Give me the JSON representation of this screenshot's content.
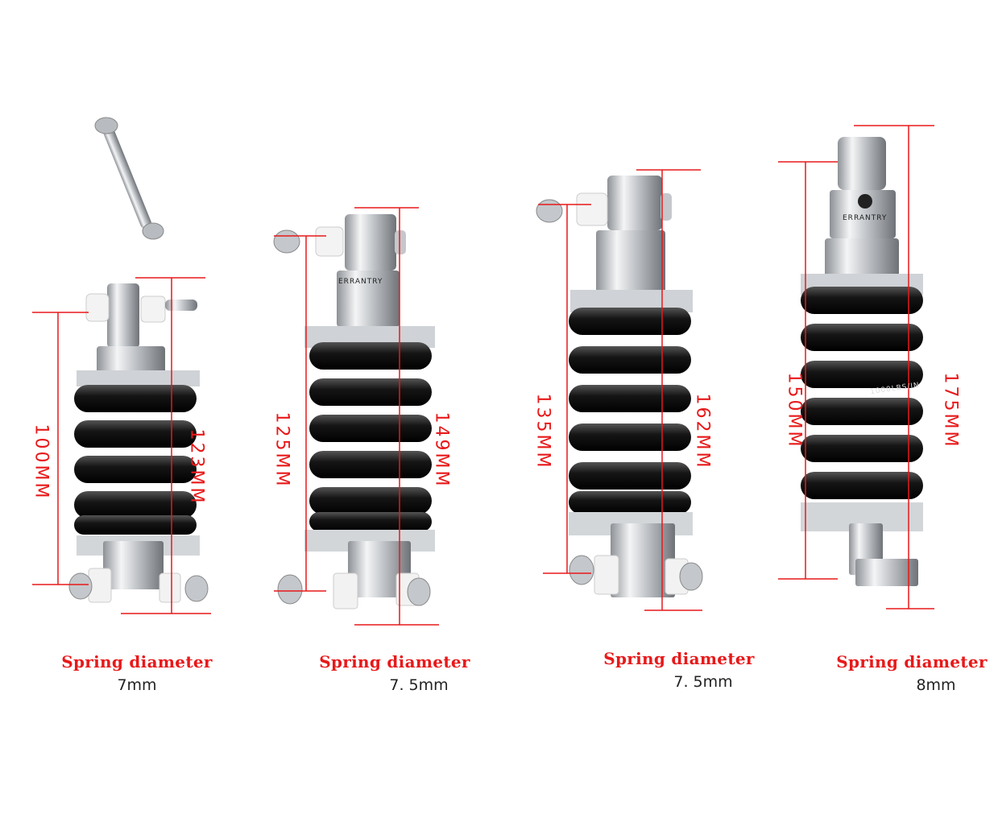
{
  "products": [
    {
      "spring_label": "Spring diameter",
      "diameter": "7mm",
      "short_dim": "100MM",
      "long_dim": "123MM"
    },
    {
      "spring_label": "Spring diameter",
      "diameter": "7. 5mm",
      "short_dim": "125MM",
      "long_dim": "149MM"
    },
    {
      "spring_label": "Spring diameter",
      "diameter": "7. 5mm",
      "short_dim": "135MM",
      "long_dim": "162MM"
    },
    {
      "spring_label": "Spring diameter",
      "diameter": "8mm",
      "short_dim": "150MM",
      "long_dim": "175MM"
    }
  ],
  "brand": {
    "name": "ERRANTRY",
    "spring_code": "1000LBS/IN"
  },
  "colors": {
    "dimension": "#e8191a",
    "spring": "#1c1c1c",
    "metal": "#c9ccd0",
    "bushing": "#f2f2f2"
  }
}
